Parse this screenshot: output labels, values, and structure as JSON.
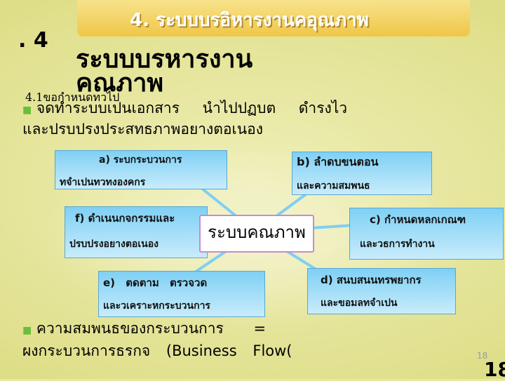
{
  "slide": {
    "banner_title": "4. ระบบบรอิหารงานคอุณภาพ",
    "section_number": ". 4",
    "main_heading": "ระบบบรหารงาน คณภาพ",
    "subheading": "4.1ขอกำหนดทวไป",
    "bullet1_line1": "จดทำระบบเปนเอกสาร นำไปปฏบต ดำรงไว",
    "bullet1_line2": "และปรบปรงประสทธภาพอยางตอเนอง",
    "center_label": "ระบบคณภาพ",
    "boxes": {
      "a": {
        "label": "a) ระบกระบวนการ",
        "sub": "ทจำเปนทวทงองคกร"
      },
      "b": {
        "label": "b) ลำดบขนตอน",
        "sub": "และความสมพนธ"
      },
      "c": {
        "label": "c) กำหนดหลกเกณฑ",
        "sub": "และวธการทำงาน"
      },
      "d": {
        "label": "d) สนบสนนทรพยากร",
        "sub": "และขอมลทจำเปน"
      },
      "e": {
        "label": "e) ตดตาม ตรวจวด",
        "sub": "และวเคราะหกระบวนการ"
      },
      "f": {
        "label": "f) ดำเนนกจกรรมและ",
        "sub": "ปรบปรงอยางตอเนอง"
      }
    },
    "bullet2_line1": "ความสมพนธของกระบวนการ =",
    "bullet2_line2": "ผงกระบวนการธรกจ (Business Flow(",
    "page_number_small": "18",
    "page_number_large": "18"
  },
  "colors": {
    "box": "#7fd0f5",
    "connector": "#7fcff2",
    "bullet": "#6abf3a",
    "banner": "#f2c13a"
  }
}
